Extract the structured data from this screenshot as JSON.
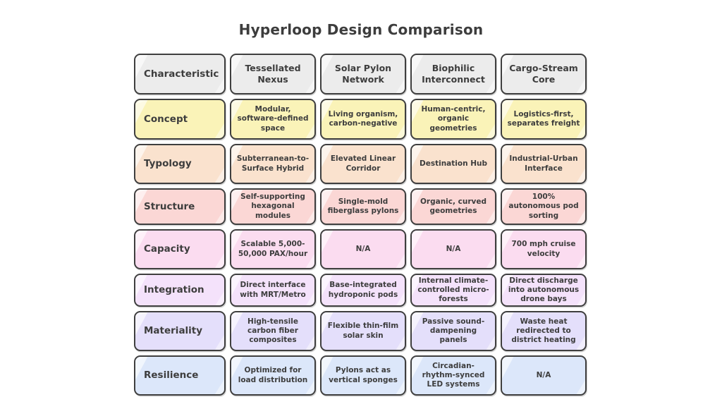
{
  "title": "Hyperloop Design Comparison",
  "colors": {
    "background": "#ffffff",
    "border": "#3f3f3f",
    "text": "#3d3d3d",
    "header_bg": "#ececec",
    "row_concept": "#faf3b8",
    "row_typology": "#fae2ce",
    "row_structure": "#fbd7d5",
    "row_capacity": "#fbdcf0",
    "row_integration": "#f4e2fb",
    "row_materiality": "#e4dffb",
    "row_resilience": "#dce7fa"
  },
  "table": {
    "headers": [
      "Characteristic",
      "Tessellated Nexus",
      "Solar Pylon Network",
      "Biophilic Interconnect",
      "Cargo-Stream Core"
    ],
    "rows": [
      {
        "label": "Concept",
        "color_key": "row_concept",
        "cells": [
          "Modular, software-defined space",
          "Living organism, carbon-negative",
          "Human-centric, organic geometries",
          "Logistics-first, separates freight"
        ]
      },
      {
        "label": "Typology",
        "color_key": "row_typology",
        "cells": [
          "Subterranean-to-Surface Hybrid",
          "Elevated Linear Corridor",
          "Destination Hub",
          "Industrial-Urban Interface"
        ]
      },
      {
        "label": "Structure",
        "color_key": "row_structure",
        "cells": [
          "Self-supporting hexagonal modules",
          "Single-mold fiberglass pylons",
          "Organic, curved geometries",
          "100% autonomous pod sorting"
        ]
      },
      {
        "label": "Capacity",
        "color_key": "row_capacity",
        "cells": [
          "Scalable 5,000-50,000 PAX/hour",
          "N/A",
          "N/A",
          "700 mph cruise velocity"
        ]
      },
      {
        "label": "Integration",
        "color_key": "row_integration",
        "cells": [
          "Direct interface with MRT/Metro",
          "Base-integrated hydroponic pods",
          "Internal climate-controlled micro-forests",
          "Direct discharge into autonomous drone bays"
        ]
      },
      {
        "label": "Materiality",
        "color_key": "row_materiality",
        "cells": [
          "High-tensile carbon fiber composites",
          "Flexible thin-film solar skin",
          "Passive sound-dampening panels",
          "Waste heat redirected to district heating"
        ]
      },
      {
        "label": "Resilience",
        "color_key": "row_resilience",
        "cells": [
          "Optimized for load distribution",
          "Pylons act as vertical sponges",
          "Circadian-rhythm-synced LED systems",
          "N/A"
        ]
      }
    ]
  }
}
